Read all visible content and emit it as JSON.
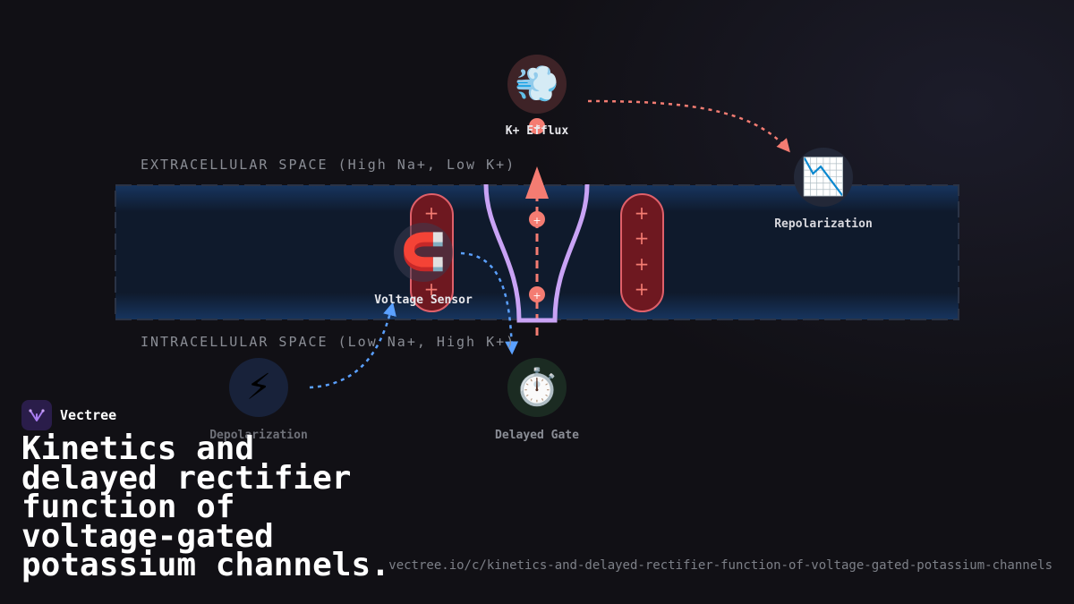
{
  "brand": {
    "name": "Vectree"
  },
  "title": "Kinetics and delayed rectifier function of voltage-gated potassium channels.",
  "url": "vectree.io/c/kinetics-and-delayed-rectifier-function-of-voltage-gated-potassium-channels",
  "diagram": {
    "extracellular_label": "EXTRACELLULAR SPACE (High Na+, Low K+)",
    "intracellular_label": "INTRACELLULAR SPACE (Low Na+, High K+)",
    "charge_symbol": "+",
    "nodes": {
      "k_efflux": {
        "label": "K+ Efflux",
        "icon": "💨",
        "icon_name": "wind-puff-icon"
      },
      "repolarization": {
        "label": "Repolarization",
        "icon": "📉",
        "icon_name": "chart-decreasing-icon"
      },
      "voltage_sensor": {
        "label": "Voltage Sensor",
        "icon": "🧲",
        "icon_name": "magnet-icon"
      },
      "depolarization": {
        "label": "Depolarization",
        "icon": "⚡",
        "icon_name": "lightning-icon"
      },
      "delayed_gate": {
        "label": "Delayed Gate",
        "icon": "⏱️",
        "icon_name": "stopwatch-icon"
      }
    },
    "colors": {
      "membrane": "#16345f",
      "sensor_fill": "#6e1820",
      "sensor_stroke": "#e0606a",
      "pore": "#c9a3f5",
      "ion": "#f47c72",
      "depolarization_arrow": "#5aa0ff",
      "repolarization_arrow": "#f47c72"
    }
  }
}
